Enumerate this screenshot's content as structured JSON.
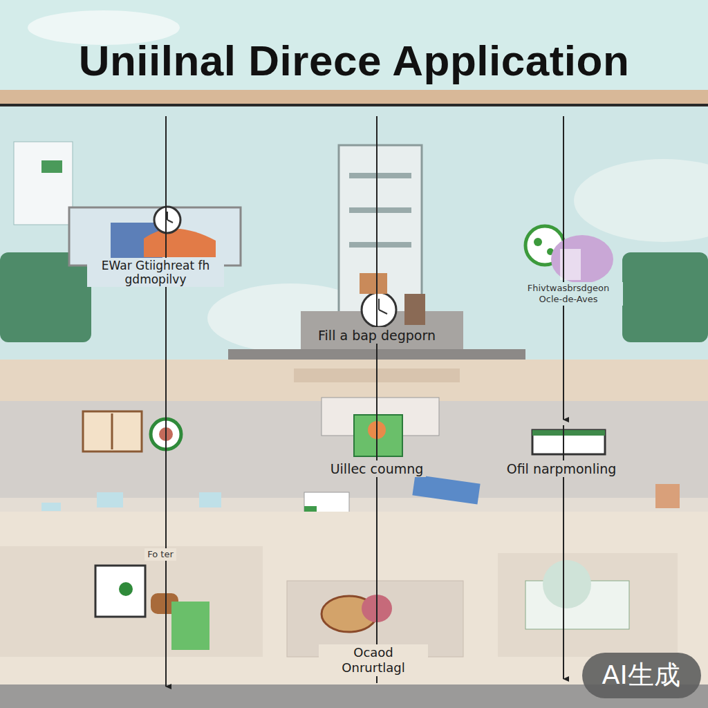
{
  "diagram": {
    "title": "Uniilnal Direce Application",
    "labels": [
      "EWar Gtiighreat fh gdmopilvy",
      "Fill a bap degporn",
      "Fhivtwasbrsdgeon Ocle-de-Aves",
      "Uillec coumng",
      "Ofil narpmonling",
      "Fo ter",
      "Ocaod Onrurtlagl",
      "AI生成"
    ]
  }
}
